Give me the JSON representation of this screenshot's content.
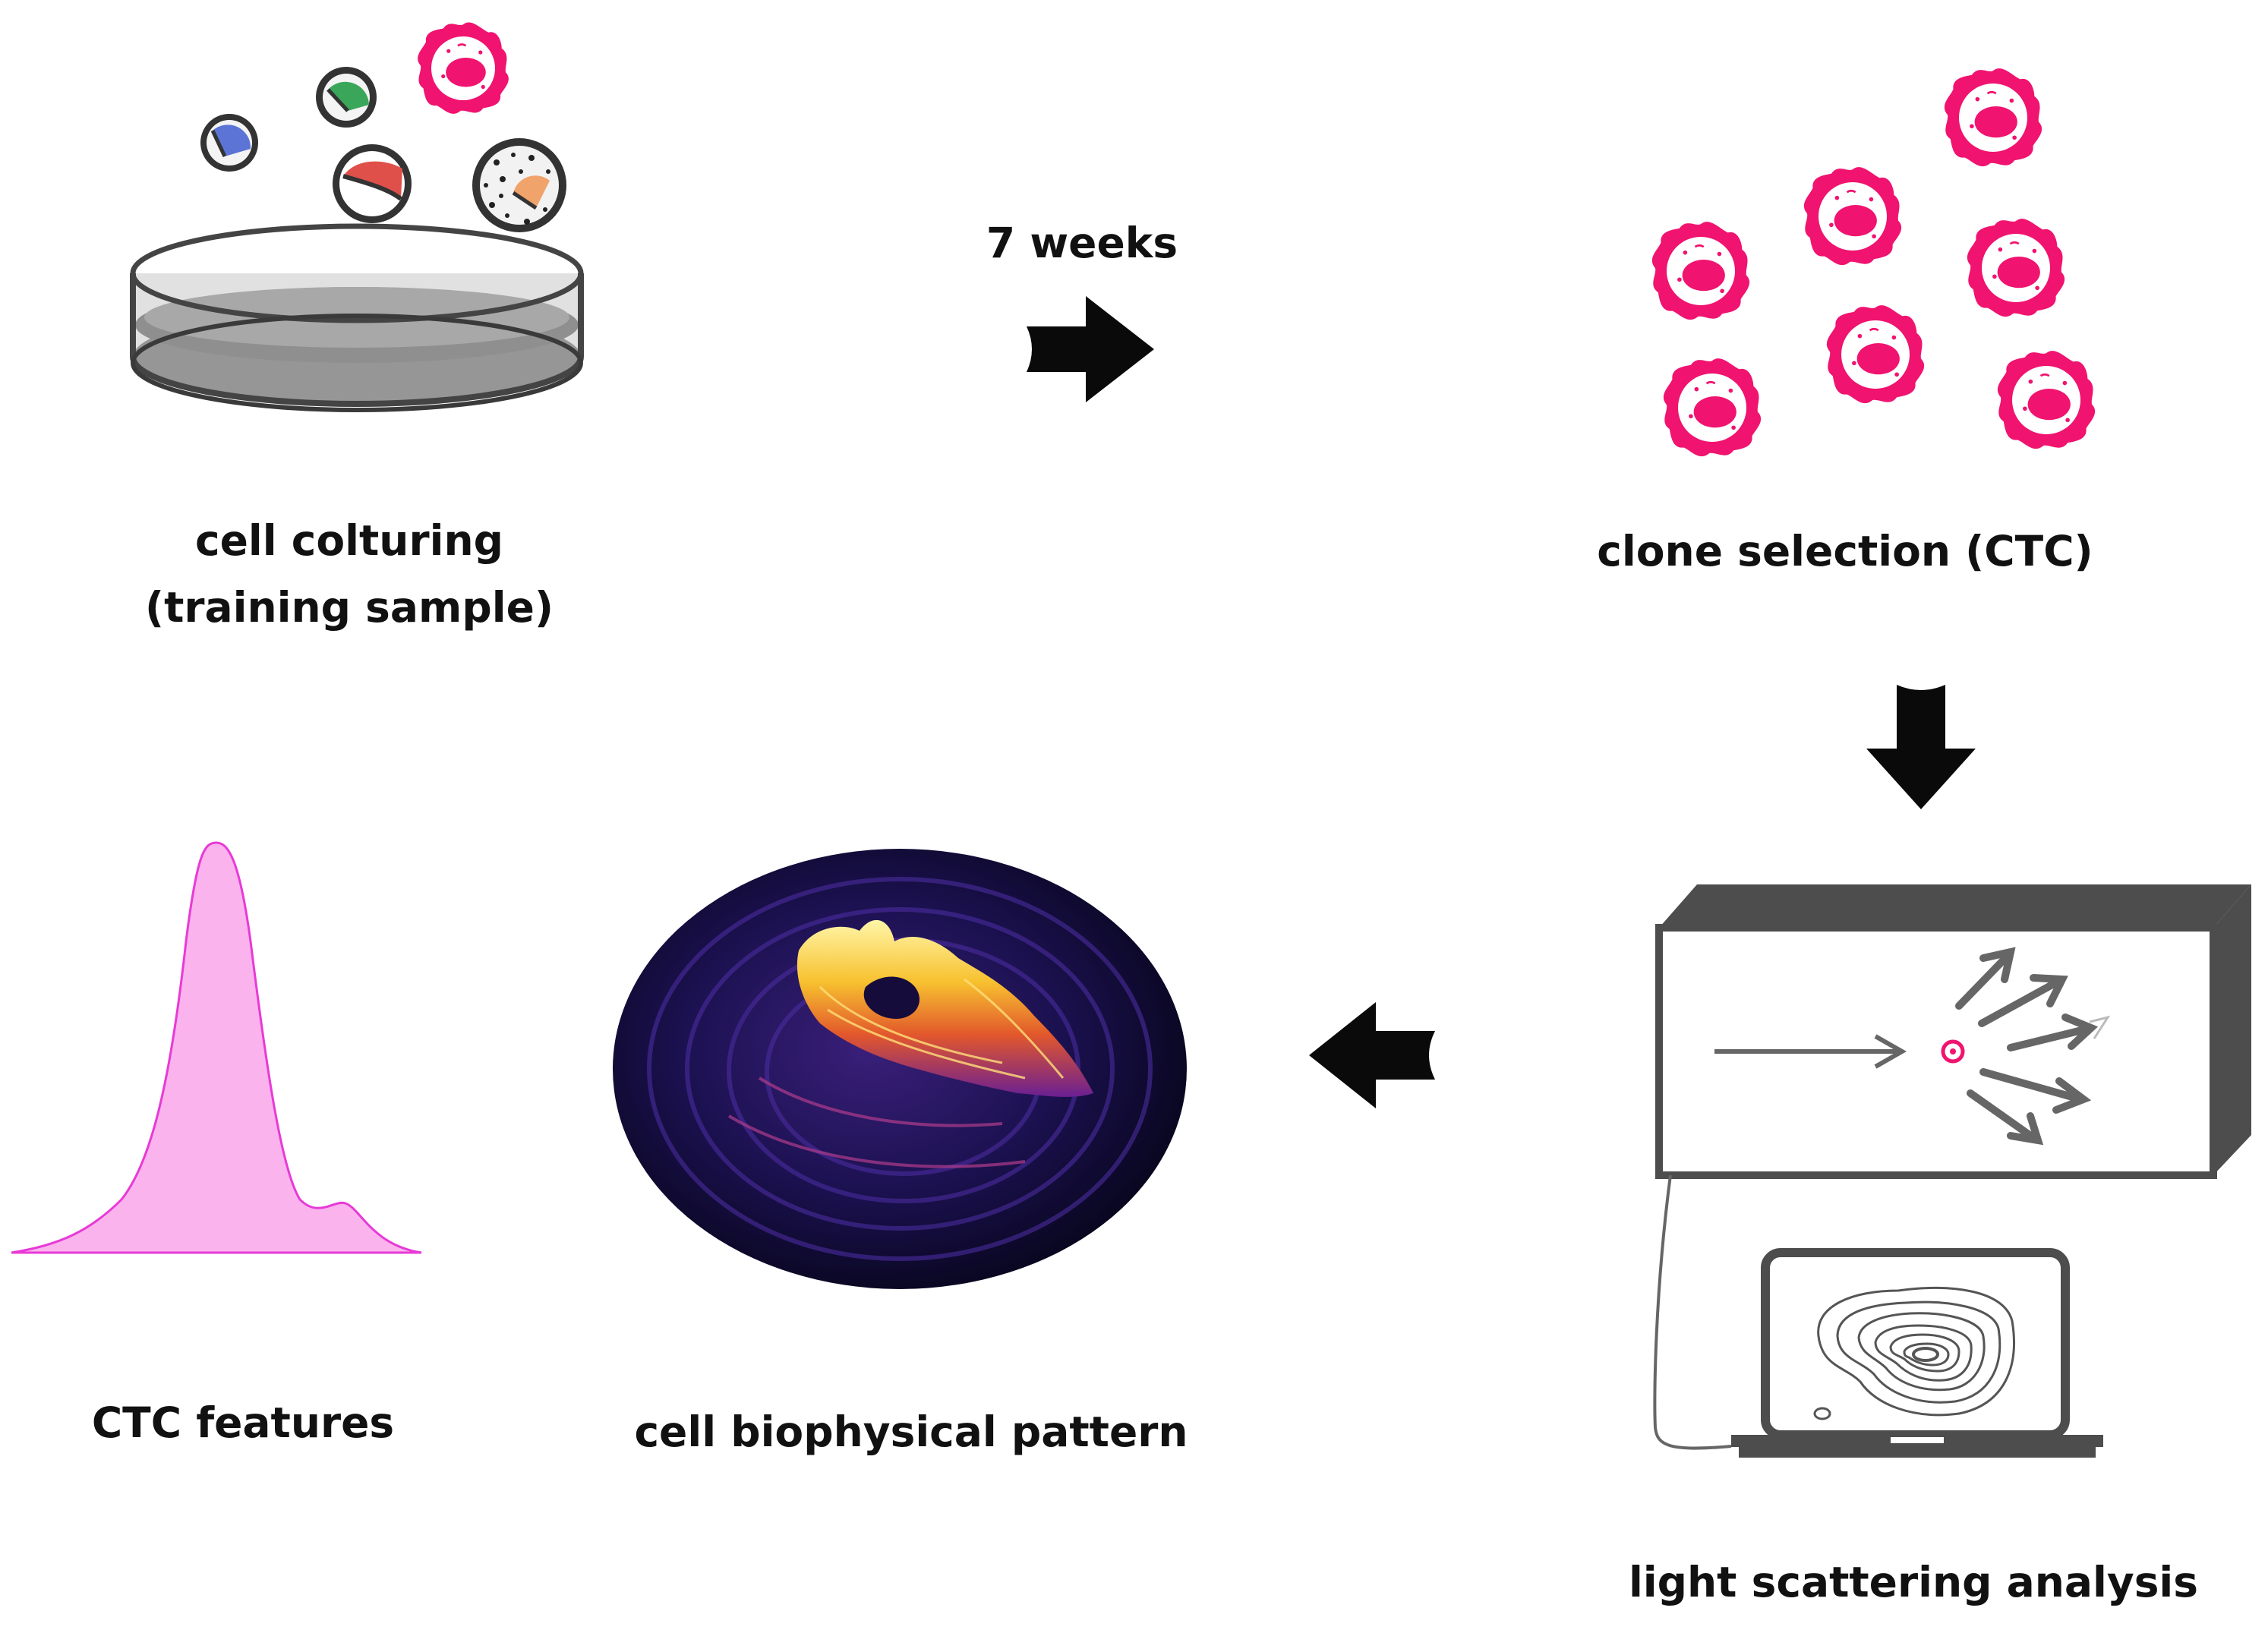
{
  "labels": {
    "cell_colturing_line1": "cell colturing",
    "cell_colturing_line2": "(training sample)",
    "seven_weeks": "7 weeks",
    "clone_selection": "clone selection (CTC)",
    "ctc_features": "CTC features",
    "cell_biophysical_pattern": "cell biophysical pattern",
    "light_scattering_analysis": "light scattering analysis"
  },
  "icons": {
    "dish": "petri-dish-icon",
    "cell": "ctc-cell-icon",
    "arrow": "flow-arrow-icon",
    "scatter": "light-scattering-device-icon",
    "laptop": "laptop-contour-plot-icon",
    "peak": "feature-distribution-peak"
  },
  "colors": {
    "ctc_pink": "#f0136f",
    "feature_fill": "#fbb3ee",
    "feature_line": "#e83ad6",
    "arrow": "#0a0a0a",
    "device": "#4d4d4d"
  }
}
